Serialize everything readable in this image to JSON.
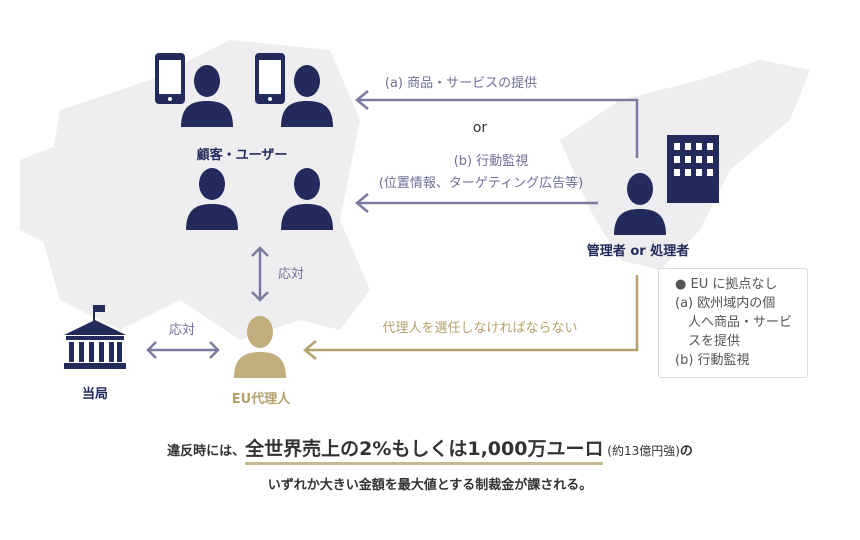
{
  "colors": {
    "navy": "#232a5c",
    "arrow": "#7a7b9e",
    "gold": "#b3a06c",
    "map": "#eeeef0"
  },
  "customers_label": "顧客・ユーザー",
  "respond_label_vertical": "応対",
  "respond_label_horizontal": "応対",
  "authority_label": "当局",
  "eu_rep_label": "EU代理人",
  "controller_label": "管理者 or 処理者",
  "arrow_a_label": "(a) 商品・サービスの提供",
  "or_label": "or",
  "arrow_b_label_1": "(b) 行動監視",
  "arrow_b_label_2": "(位置情報、ターゲティング広告等)",
  "appoint_label": "代理人を選任しなければならない",
  "note": {
    "line1": "● EU に拠点なし",
    "line2": "(a) 欧州域内の個",
    "line3": "　人へ商品・サービ",
    "line4": "　スを提供",
    "line5": "(b) 行動監視"
  },
  "penalty": {
    "prefix": "違反時には、",
    "highlight": "全世界売上の2%もしくは1,000万ユーロ",
    "paren": " (約13億円強)",
    "suffix": "の",
    "line2": "いずれか大きい金額を最大値とする制裁金が課される。"
  }
}
